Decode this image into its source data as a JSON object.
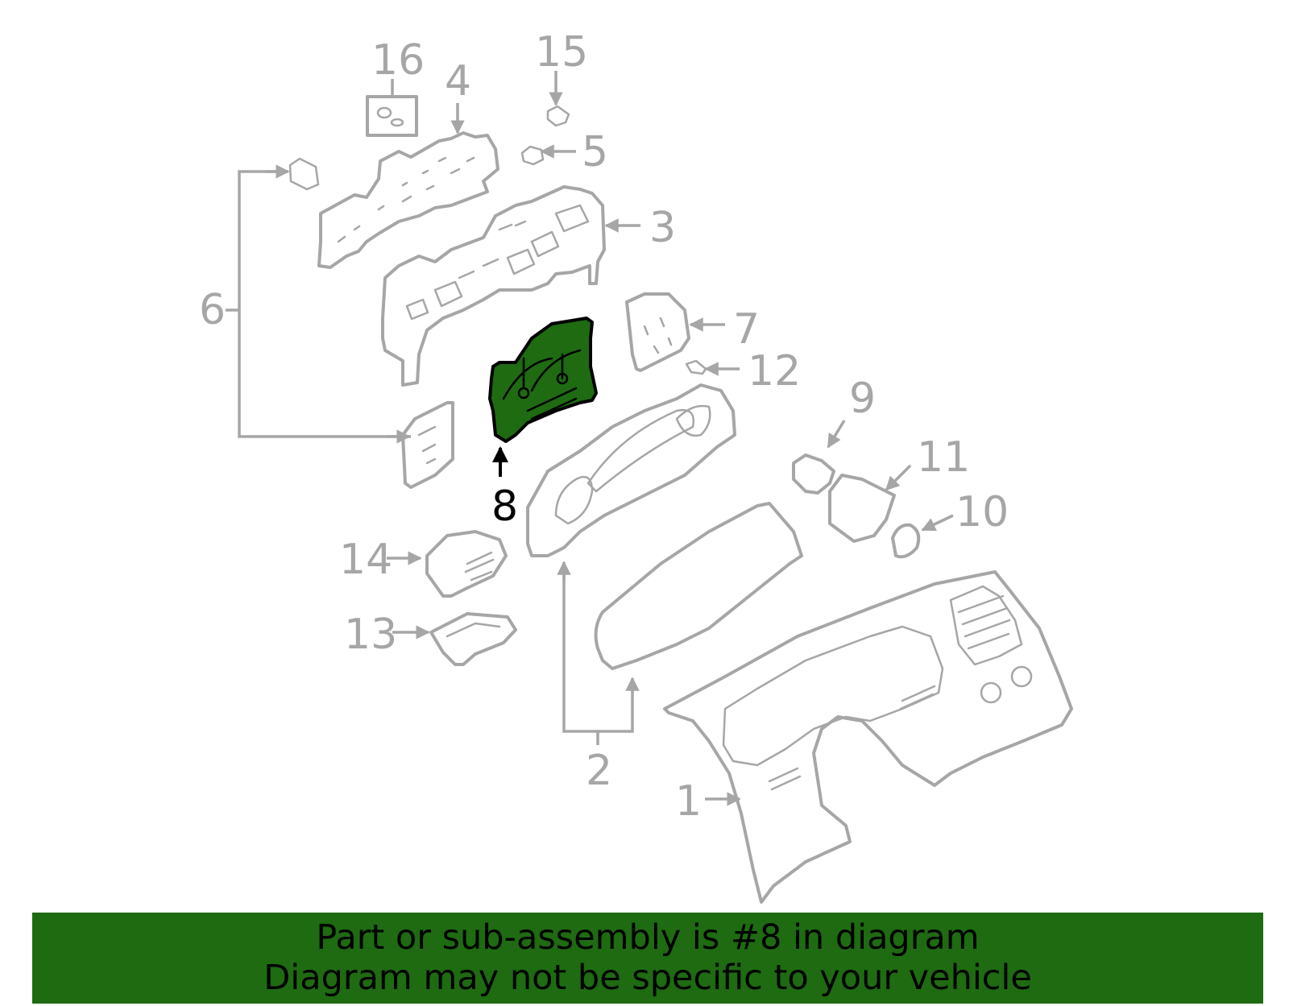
{
  "diagram": {
    "callouts": {
      "c1": "1",
      "c2": "2",
      "c3": "3",
      "c4": "4",
      "c5": "5",
      "c6": "6",
      "c7": "7",
      "c8": "8",
      "c9": "9",
      "c10": "10",
      "c11": "11",
      "c12": "12",
      "c13": "13",
      "c14": "14",
      "c15": "15",
      "c16": "16"
    },
    "highlighted_part": "8",
    "colors": {
      "part_line": "#a6a6a6",
      "highlight_fill": "#1e6b12",
      "highlight_stroke": "#000000",
      "banner_bg": "#1e6b12"
    }
  },
  "banner": {
    "line1": "Part or sub-assembly is #8 in diagram",
    "line2": "Diagram may not be specific to your vehicle"
  }
}
